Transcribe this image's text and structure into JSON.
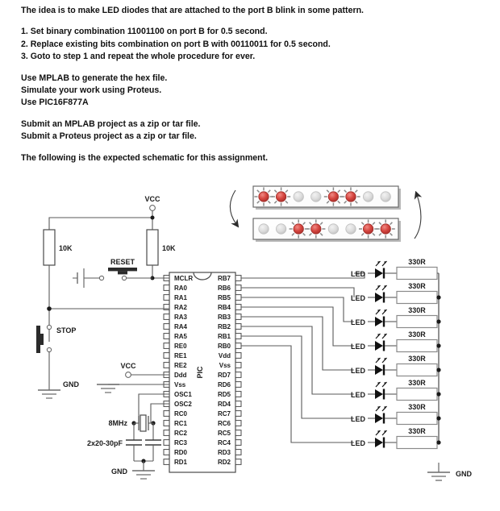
{
  "document": {
    "intro": "The idea is to make LED diodes that are attached to the port B blink in some pattern.",
    "steps": [
      "1. Set binary combination 11001100 on port B for 0.5 second.",
      "2. Replace existing bits combination on port B with 00110011 for 0.5 second.",
      "3. Goto to step 1 and repeat the whole procedure for ever."
    ],
    "tools": [
      "Use MPLAB to generate the hex file.",
      "Simulate your work using Proteus.",
      "Use PIC16F877A"
    ],
    "submissions": [
      "Submit an MPLAB project as a zip or tar file.",
      "Submit a Proteus project as a zip or tar file."
    ],
    "closing": "The following is the expected schematic for this assignment."
  },
  "led_panels": {
    "top": {
      "name": "pattern-11001100",
      "states": [
        true,
        true,
        false,
        false,
        true,
        true,
        false,
        false
      ]
    },
    "bottom": {
      "name": "pattern-00110011",
      "states": [
        false,
        false,
        true,
        true,
        false,
        false,
        true,
        true
      ]
    },
    "on_color": "#d6453f",
    "off_color": "#d8d8d8",
    "ray_color": "#8a8a8a"
  },
  "schematic": {
    "chip": {
      "label": "PIC",
      "left_pins": [
        "MCLR",
        "RA0",
        "RA1",
        "RA2",
        "RA3",
        "RA4",
        "RA5",
        "RE0",
        "RE1",
        "RE2",
        "Ddd",
        "Vss",
        "OSC1",
        "OSC2",
        "RC0",
        "RC1",
        "RC2",
        "RC3",
        "RD0",
        "RD1"
      ],
      "right_pins": [
        "RB7",
        "RB6",
        "RB5",
        "RB4",
        "RB3",
        "RB2",
        "RB1",
        "RB0",
        "Vdd",
        "Vss",
        "RD7",
        "RD6",
        "RD5",
        "RD4",
        "RC7",
        "RC6",
        "RC5",
        "RC4",
        "RD3",
        "RD2"
      ]
    },
    "supplies": [
      {
        "name": "vcc-top",
        "label": "VCC"
      },
      {
        "name": "vcc-mid",
        "label": "VCC"
      }
    ],
    "grounds": [
      {
        "name": "gnd-stop",
        "label": ""
      },
      {
        "name": "gnd-vss",
        "label": "GND"
      },
      {
        "name": "gnd-osc",
        "label": "GND"
      },
      {
        "name": "gnd-led-rail",
        "label": "GND"
      }
    ],
    "resistors_pullup": [
      {
        "name": "r-stop-pullup",
        "label": "10K"
      },
      {
        "name": "r-mclr-pullup",
        "label": "10K"
      }
    ],
    "switches": [
      {
        "name": "reset-button",
        "label": "RESET"
      },
      {
        "name": "stop-button",
        "label": "STOP"
      }
    ],
    "oscillator": {
      "crystal_label": "8MHz",
      "caps_label": "2x20-30pF"
    },
    "led_branches": [
      {
        "led": "LED",
        "res": "330R"
      },
      {
        "led": "LED",
        "res": "330R"
      },
      {
        "led": "LED",
        "res": "330R"
      },
      {
        "led": "LED",
        "res": "330R"
      },
      {
        "led": "LED",
        "res": "330R"
      },
      {
        "led": "LED",
        "res": "330R"
      },
      {
        "led": "LED",
        "res": "330R"
      },
      {
        "led": "LED",
        "res": "330R"
      }
    ]
  }
}
